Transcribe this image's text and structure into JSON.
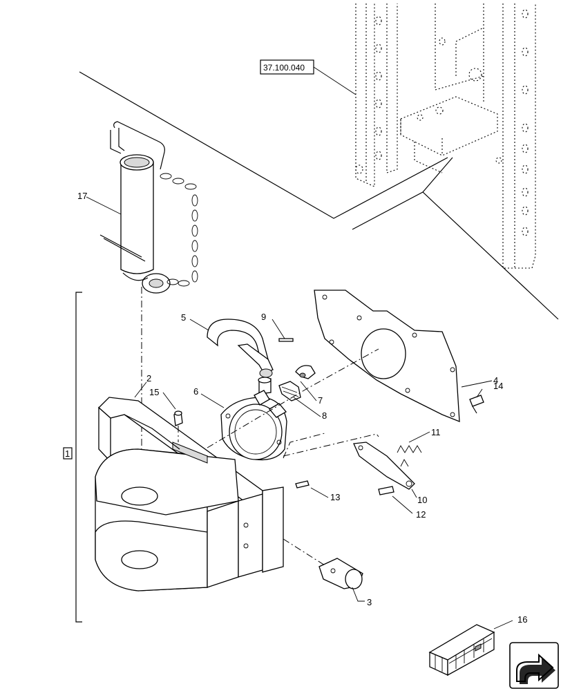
{
  "reference": {
    "label": "37.100.040"
  },
  "group_label": "1",
  "callouts": [
    {
      "id": "c2",
      "text": "2"
    },
    {
      "id": "c3",
      "text": "3"
    },
    {
      "id": "c4",
      "text": "4"
    },
    {
      "id": "c5",
      "text": "5"
    },
    {
      "id": "c6",
      "text": "6"
    },
    {
      "id": "c7",
      "text": "7"
    },
    {
      "id": "c8",
      "text": "8"
    },
    {
      "id": "c9",
      "text": "9"
    },
    {
      "id": "c10",
      "text": "10"
    },
    {
      "id": "c11",
      "text": "11"
    },
    {
      "id": "c12",
      "text": "12"
    },
    {
      "id": "c13",
      "text": "13"
    },
    {
      "id": "c14",
      "text": "14"
    },
    {
      "id": "c15",
      "text": "15"
    },
    {
      "id": "c16",
      "text": "16"
    },
    {
      "id": "c17",
      "text": "17"
    }
  ],
  "icons": {
    "kit_icon": "crate-kit-icon",
    "nav_icon": "arrow-nav-icon"
  }
}
